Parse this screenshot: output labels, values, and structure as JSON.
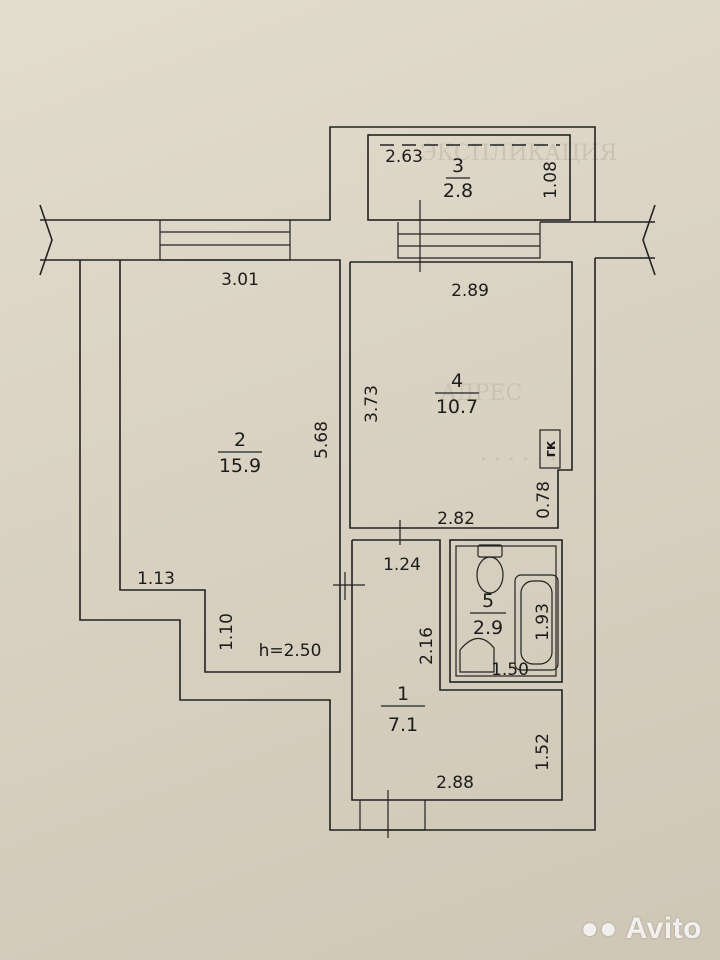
{
  "rooms": [
    {
      "num": "1",
      "area": "7.1"
    },
    {
      "num": "2",
      "area": "15.9"
    },
    {
      "num": "3",
      "area": "2.8"
    },
    {
      "num": "4",
      "area": "10.7"
    },
    {
      "num": "5",
      "area": "2.9"
    }
  ],
  "dims": {
    "balcony_w": "2.63",
    "balcony_h": "1.08",
    "room2_top": "3.01",
    "room2_side": "5.68",
    "room2_step_w": "1.13",
    "room2_step_h": "1.10",
    "ceiling": "h=2.50",
    "room4_top": "2.89",
    "room4_side": "3.73",
    "room4_bottom": "2.82",
    "room4_niche": "0.78",
    "niche_label": "гк",
    "hall_top": "1.24",
    "hall_side": "2.16",
    "hall_side2": "1.52",
    "hall_bottom": "2.88",
    "bath_len": "1.93",
    "bath_w": "1.50"
  },
  "watermark": "Avito"
}
